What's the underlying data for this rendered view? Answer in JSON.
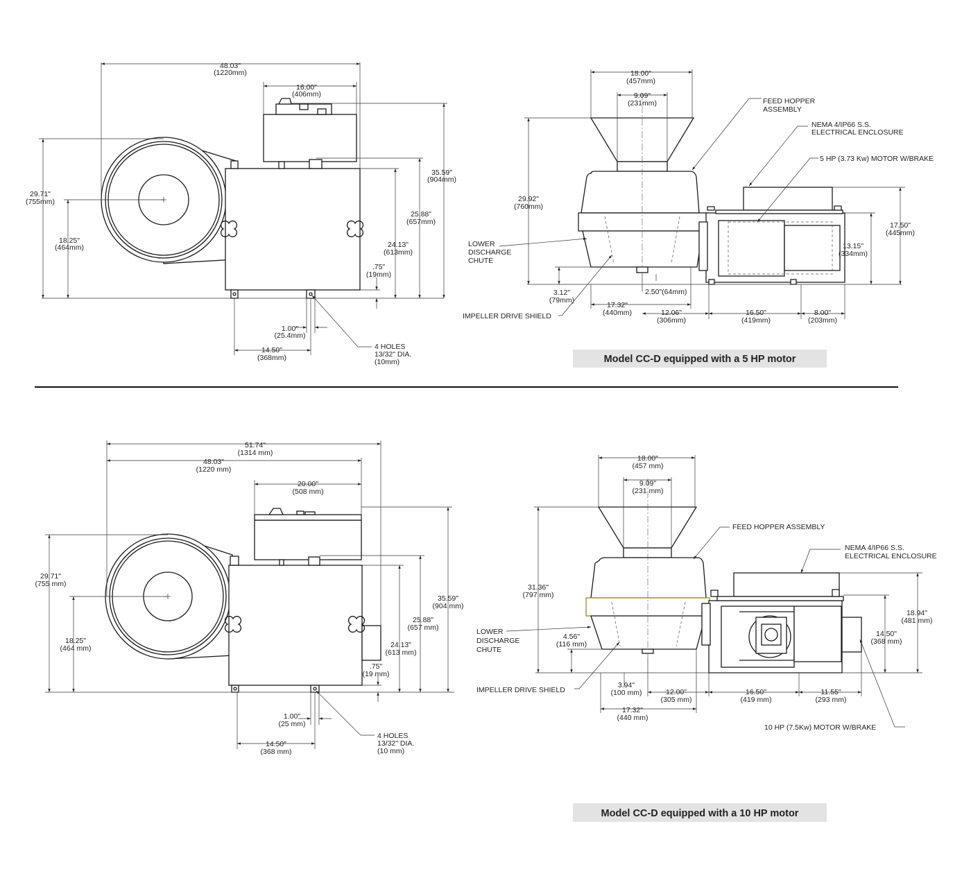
{
  "top": {
    "left_view": {
      "dims": {
        "overall_width": "48.03\"",
        "overall_width_mm": "(1220mm)",
        "top_width": "16.00\"",
        "top_width_mm": "(406mm)",
        "height_total": "35.59\"",
        "height_total_mm": "(904mm)",
        "height_drum": "29.71\"",
        "height_drum_mm": "(755mm)",
        "height_body": "25.88\"",
        "height_body_mm": "(657mm)",
        "height_mid": "24.13\"",
        "height_mid_mm": "(613mm)",
        "center_height": "18.25\"",
        "center_height_mm": "(464mm)",
        "foot_height": ".75\"",
        "foot_height_mm": "(19mm)",
        "foot_width": "1.00\"",
        "foot_width_mm": "(25.4mm)",
        "foot_span": "14.50\"",
        "foot_span_mm": "(368mm)"
      },
      "holes_1": "4 HOLES",
      "holes_2": "13/32\" DIA.",
      "holes_3": "(10mm)"
    },
    "right_view": {
      "dims": {
        "hopper_width": "18.00\"",
        "hopper_width_mm": "(457mm)",
        "hopper_throat": "9.09\"",
        "hopper_throat_mm": "(231mm)",
        "height": "29.92\"",
        "height_mm": "(760mm)",
        "base_height": "3.12\"",
        "base_height_mm": "(79mm)",
        "body_width": "17.32\"",
        "body_width_mm": "(440mm)",
        "shield_offset": "2.50\"(64mm)",
        "offset": "12.06\"",
        "offset_mm": "(306mm)",
        "motor_length": "16.50\"",
        "motor_length_mm": "(419mm)",
        "motor_tail": "8.00\"",
        "motor_tail_mm": "(203mm)",
        "enclosure_height": "17.50\"",
        "enclosure_height_mm": "(445mm)",
        "motor_height": "13.15\"",
        "motor_height_mm": "(334mm)"
      },
      "labels": {
        "feed_hopper_1": "FEED HOPPER",
        "feed_hopper_2": "ASSEMBLY",
        "nema_1": "NEMA 4/IP66 S.S.",
        "nema_2": "ELECTRICAL ENCLOSURE",
        "motor": "5 HP (3.73 Kw) MOTOR W/BRAKE",
        "chute_1": "LOWER",
        "chute_2": "DISCHARGE",
        "chute_3": "CHUTE",
        "shield": "IMPELLER DRIVE SHIELD"
      }
    },
    "caption": "Model CC-D equipped with a 5 HP motor"
  },
  "bottom": {
    "left_view": {
      "dims": {
        "overall_width2": "51.74\"",
        "overall_width2_mm": "(1314 mm)",
        "overall_width": "48.03\"",
        "overall_width_mm": "(1220 mm)",
        "top_width": "20.00\"",
        "top_width_mm": "(508 mm)",
        "height_total": "35.59\"",
        "height_total_mm": "(904 mm)",
        "height_drum": "29.71\"",
        "height_drum_mm": "(755 mm)",
        "height_body": "25.88\"",
        "height_body_mm": "(657 mm)",
        "height_mid": "24.13\"",
        "height_mid_mm": "(613 mm)",
        "center_height": "18.25\"",
        "center_height_mm": "(464 mm)",
        "foot_height": ".75\"",
        "foot_height_mm": "(19 mm)",
        "foot_width": "1.00\"",
        "foot_width_mm": "(25 mm)",
        "foot_span": "14.50\"",
        "foot_span_mm": "(368 mm)"
      },
      "holes_1": "4 HOLES",
      "holes_2": "13/32\" DIA.",
      "holes_3": "(10 mm)"
    },
    "right_view": {
      "dims": {
        "hopper_width": "18.00\"",
        "hopper_width_mm": "(457 mm)",
        "hopper_throat": "9.09\"",
        "hopper_throat_mm": "(231 mm)",
        "height": "31.36\"",
        "height_mm": "(797 mm)",
        "base_height": "4.56\"",
        "base_height_mm": "(116 mm)",
        "shield_height": "3.94\"",
        "shield_height_mm": "(100 mm)",
        "offset": "12.00\"",
        "offset_mm": "(305 mm)",
        "body_width": "17.32\"",
        "body_width_mm": "(440 mm)",
        "motor_length": "16.50\"",
        "motor_length_mm": "(419 mm)",
        "motor_tail": "11.55\"",
        "motor_tail_mm": "(293 mm)",
        "enclosure_height": "18.94\"",
        "enclosure_height_mm": "(481 mm)",
        "motor_height": "14.50\"",
        "motor_height_mm": "(368 mm)"
      },
      "labels": {
        "feed_hopper": "FEED HOPPER ASSEMBLY",
        "nema_1": "NEMA 4/IP66 S.S.",
        "nema_2": "ELECTRICAL ENCLOSURE",
        "chute_1": "LOWER",
        "chute_2": "DISCHARGE",
        "chute_3": "CHUTE",
        "shield": "IMPELLER DRIVE SHIELD",
        "motor": "10 HP (7.5Kw) MOTOR W/BRAKE"
      }
    },
    "caption": "Model CC-D equipped with a 10 HP motor"
  }
}
